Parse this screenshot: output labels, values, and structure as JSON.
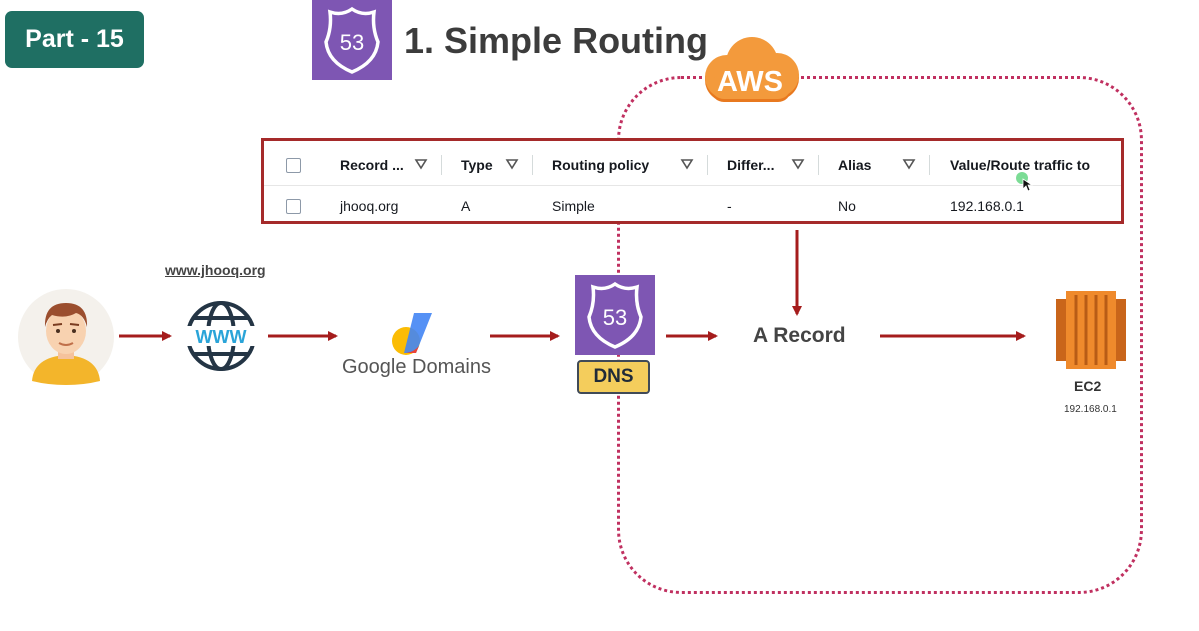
{
  "badge": {
    "label": "Part - 15"
  },
  "title": {
    "text": "1. Simple Routing",
    "icon_text": "53"
  },
  "aws": {
    "label": "AWS"
  },
  "table": {
    "headers": [
      "Record ...",
      "Type",
      "Routing policy",
      "Differ...",
      "Alias",
      "Value/Route traffic to"
    ],
    "row": [
      "jhooq.org",
      "A",
      "Simple",
      "-",
      "No",
      "192.168.0.1"
    ]
  },
  "flow": {
    "website_label": "www.jhooq.org",
    "www_icon_text": "WWW",
    "google_domains_label": "Google Domains",
    "dns_icon_text": "53",
    "dns_label": "DNS",
    "a_record_label": "A Record",
    "ec2_label": "EC2",
    "ec2_ip": "192.168.0.1"
  },
  "colors": {
    "arrow": "#a51c1c",
    "route53": "#7e56b3",
    "aws_orange": "#f18a2a",
    "boundary": "#c03060",
    "badge": "#1f6f63"
  }
}
